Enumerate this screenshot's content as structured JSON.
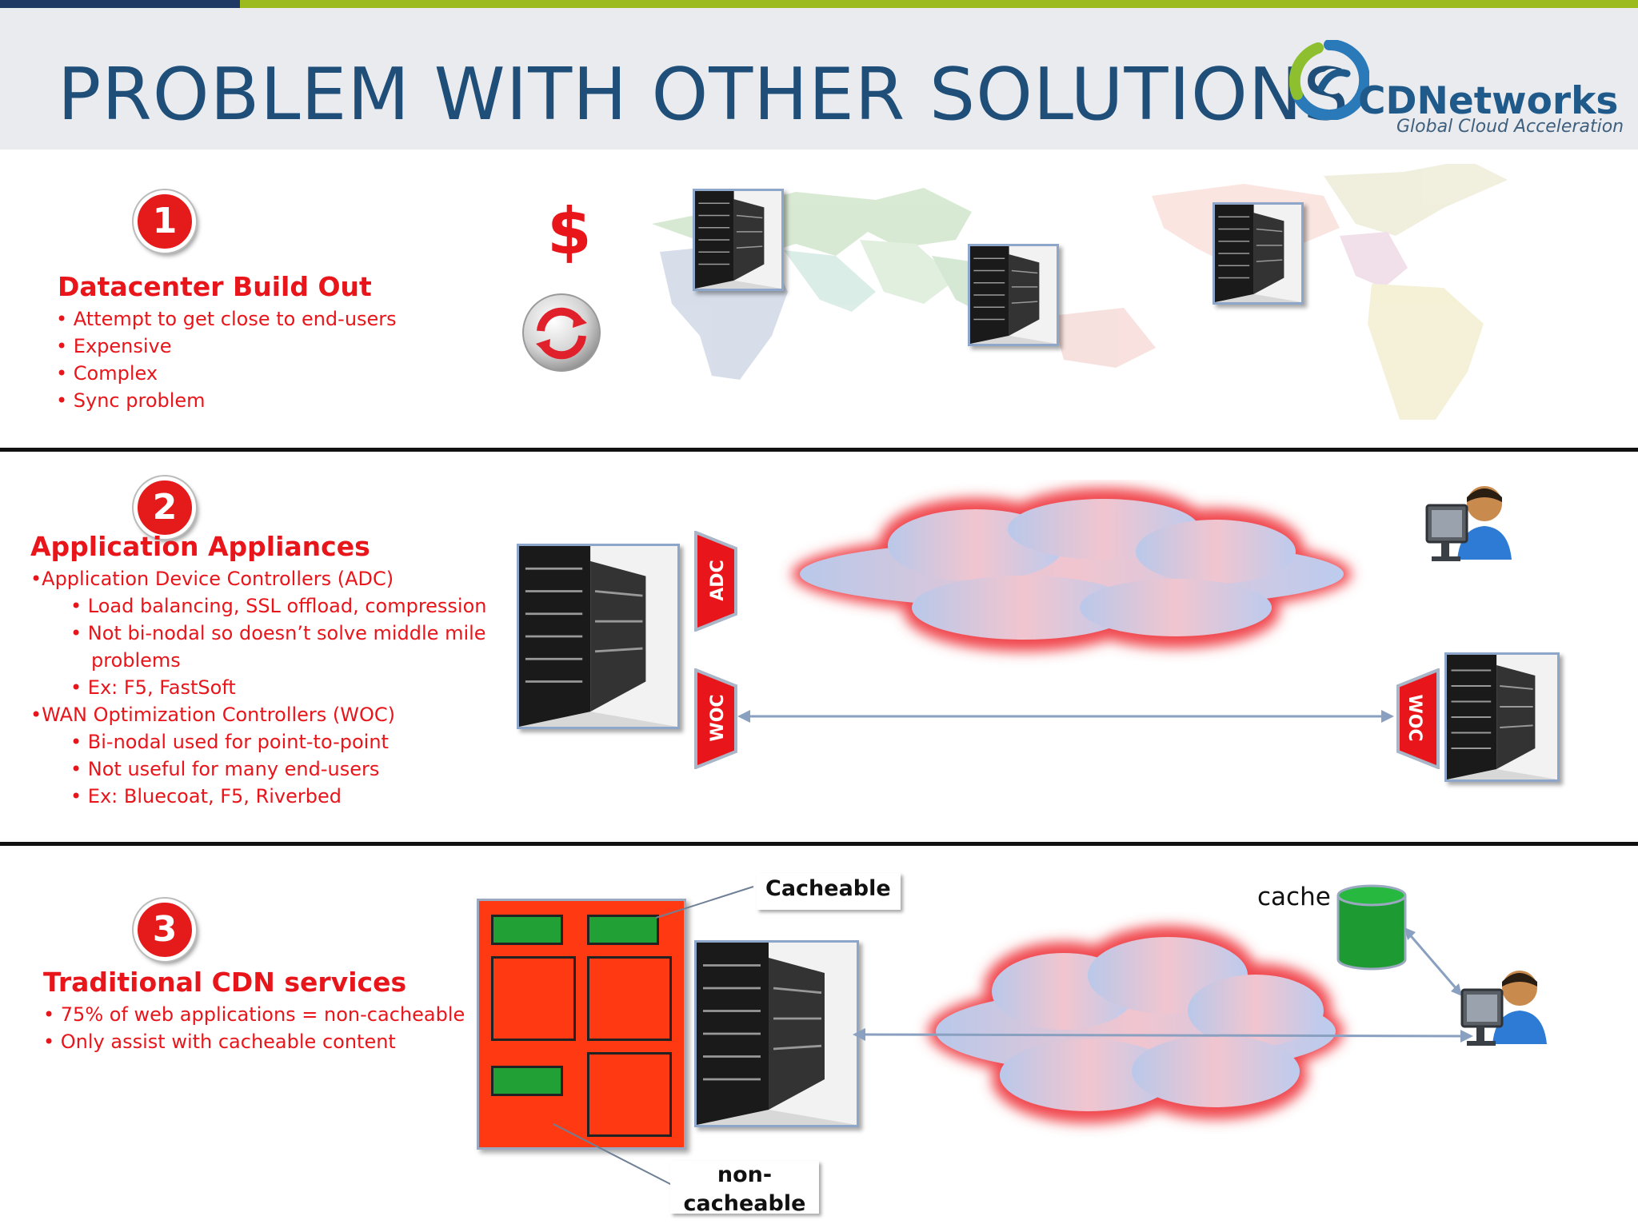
{
  "header": {
    "title": "PROBLEM WITH OTHER SOLUTIONS"
  },
  "logo": {
    "name": "CDNetworks",
    "tagline": "Global Cloud Acceleration"
  },
  "colors": {
    "accent_red": "#e8151b",
    "title_blue": "#1f4e79",
    "top_bar_green": "#9bbb1e",
    "top_bar_blue": "#1f3864"
  },
  "section1": {
    "number": "1",
    "heading": "Datacenter Build Out",
    "bullets": [
      "• Attempt to get close to end-users",
      "• Expensive",
      "• Complex",
      "• Sync problem"
    ],
    "dollar": "$"
  },
  "section2": {
    "number": "2",
    "heading": "Application Appliances",
    "lines": [
      "•Application Device Controllers (ADC)",
      "•   Load balancing, SSL offload, compression",
      "•   Not bi-nodal so doesn’t solve middle mile",
      "problems",
      "•   Ex: F5, FastSoft",
      "•WAN Optimization Controllers (WOC)",
      "•   Bi-nodal used for point-to-point",
      "•   Not useful for many end-users",
      "•   Ex: Bluecoat, F5, Riverbed"
    ],
    "adc_label": "ADC",
    "woc_label": "WOC"
  },
  "section3": {
    "number": "3",
    "heading": "Traditional CDN services",
    "bullets": [
      "• 75% of web applications = non-cacheable",
      "• Only assist with cacheable content"
    ],
    "cacheable_label": "Cacheable",
    "noncacheable_line1": "non-",
    "noncacheable_line2": "cacheable",
    "cache_label": "cache"
  }
}
